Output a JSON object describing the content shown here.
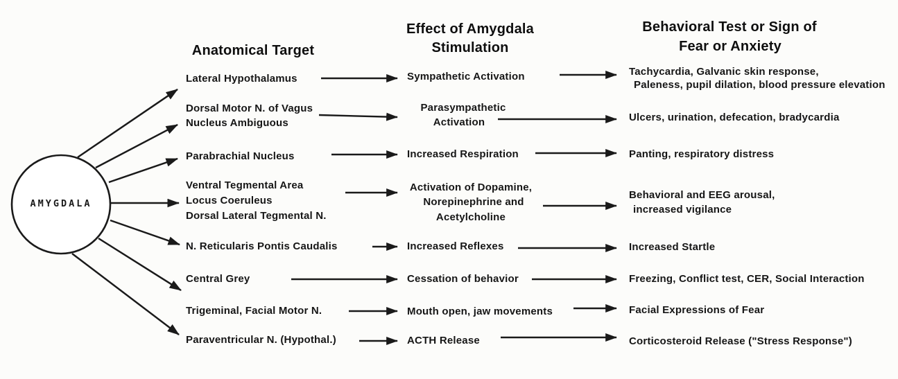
{
  "diagram": {
    "center_node": "AMYGDALA",
    "columns": {
      "target_header": "Anatomical Target",
      "effect_header_line1": "Effect of Amygdala",
      "effect_header_line2": "Stimulation",
      "behavior_header_line1": "Behavioral Test or Sign of",
      "behavior_header_line2": "Fear or Anxiety"
    },
    "rows": [
      {
        "target": [
          "Lateral Hypothalamus"
        ],
        "effect": [
          "Sympathetic Activation"
        ],
        "behavior": [
          "Tachycardia, Galvanic skin response,",
          "Paleness, pupil dilation, blood pressure elevation"
        ]
      },
      {
        "target": [
          "Dorsal Motor N. of Vagus",
          "Nucleus Ambiguous"
        ],
        "effect": [
          "Parasympathetic",
          "Activation"
        ],
        "behavior": [
          "Ulcers, urination, defecation, bradycardia"
        ]
      },
      {
        "target": [
          "Parabrachial Nucleus"
        ],
        "effect": [
          "Increased Respiration"
        ],
        "behavior": [
          "Panting, respiratory distress"
        ]
      },
      {
        "target": [
          "Ventral Tegmental Area",
          "Locus Coeruleus",
          "Dorsal Lateral Tegmental N."
        ],
        "effect": [
          "Activation of Dopamine,",
          "Norepinephrine and",
          "Acetylcholine"
        ],
        "behavior": [
          "Behavioral and EEG arousal,",
          "increased vigilance"
        ]
      },
      {
        "target": [
          "N. Reticularis Pontis Caudalis"
        ],
        "effect": [
          "Increased Reflexes"
        ],
        "behavior": [
          "Increased Startle"
        ]
      },
      {
        "target": [
          "Central Grey"
        ],
        "effect": [
          "Cessation of behavior"
        ],
        "behavior": [
          "Freezing, Conflict test, CER, Social Interaction"
        ]
      },
      {
        "target": [
          "Trigeminal, Facial Motor N."
        ],
        "effect": [
          "Mouth open, jaw movements"
        ],
        "behavior": [
          "Facial Expressions of Fear"
        ]
      },
      {
        "target": [
          "Paraventricular N. (Hypothal.)"
        ],
        "effect": [
          "ACTH Release"
        ],
        "behavior": [
          "Corticosteroid Release (\"Stress Response\")"
        ]
      }
    ],
    "ink_color": "#1a1a1a",
    "background_color": "#fcfcfa"
  }
}
